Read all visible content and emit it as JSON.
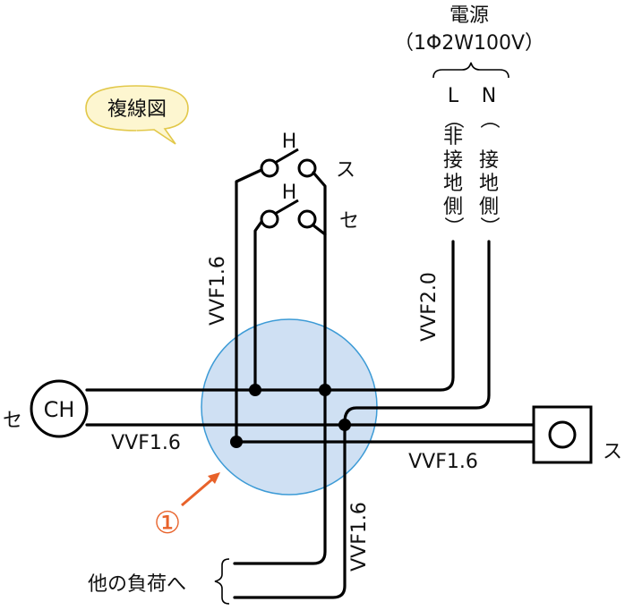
{
  "power_source": {
    "title": "電源",
    "spec": "（1Φ2W100V）",
    "L_label": "L",
    "L_desc": [
      "（",
      "非",
      "接",
      "地",
      "側",
      "）"
    ],
    "N_label": "N",
    "N_desc": [
      "（",
      "接",
      "地",
      "側",
      "）"
    ]
  },
  "callout": {
    "text": "複線図"
  },
  "switches": [
    {
      "h_label": "H",
      "id_label": "ス"
    },
    {
      "h_label": "H",
      "id_label": "セ"
    }
  ],
  "cables": {
    "switch_drop": "VVF1.6",
    "source_drop": "VVF2.0",
    "left_run": "VVF1.6",
    "right_run": "VVF1.6",
    "bottom_run": "VVF1.6"
  },
  "ceiling_light": {
    "symbol": "CH",
    "id_label": "セ"
  },
  "right_light": {
    "id_label": "ス"
  },
  "junction": {
    "marker": "①"
  },
  "other_loads": {
    "text": "他の負荷へ"
  },
  "colors": {
    "junction_fill": "#cfe0f3",
    "junction_stroke": "#3d9bd6",
    "marker": "#e8622a",
    "callout_fill": "#fdf6d0",
    "callout_stroke": "#e2c84a"
  }
}
